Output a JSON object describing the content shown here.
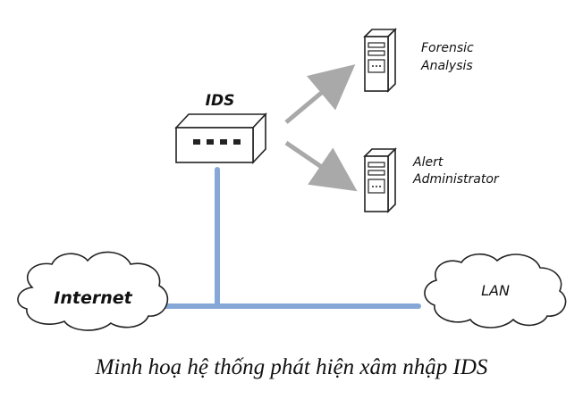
{
  "diagram": {
    "ids_label": "IDS",
    "server_top_label_line1": "Forensic",
    "server_top_label_line2": "Analysis",
    "server_bottom_label_line1": "Alert",
    "server_bottom_label_line2": "Administrator",
    "internet_label": "Internet",
    "lan_label": "LAN"
  },
  "caption": "Minh hoạ hệ thống phát hiện xâm nhập IDS",
  "colors": {
    "network_line": "#86a8d6",
    "arrow": "#a9a9a9",
    "outline": "#222222"
  }
}
